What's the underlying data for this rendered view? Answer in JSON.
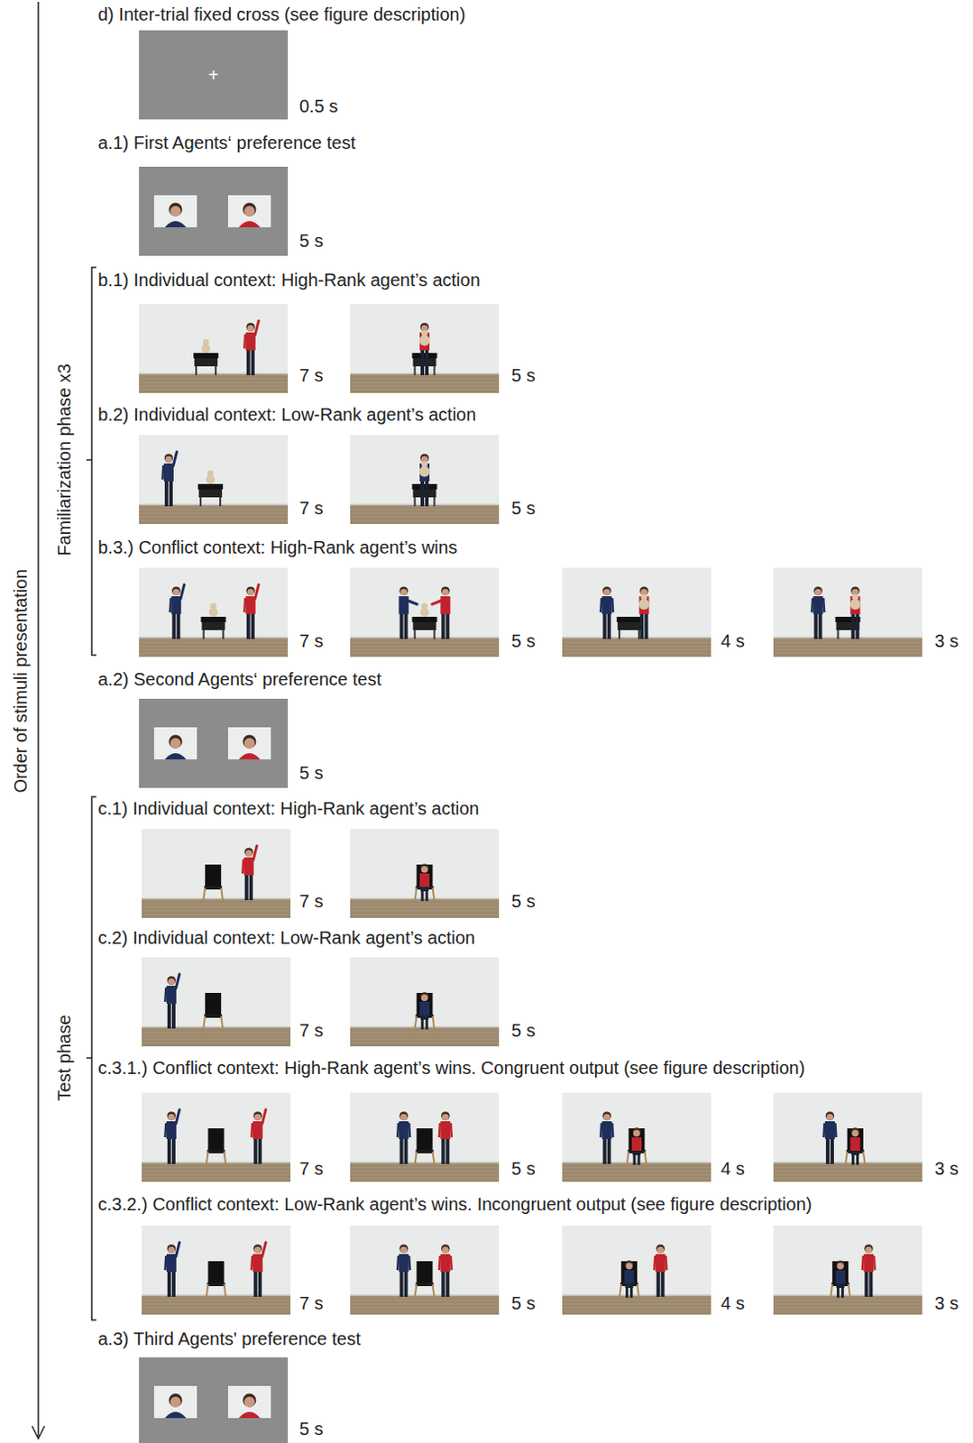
{
  "diagram": {
    "nodes": [
      {
        "text": [
          "+"
        ]
      }
    ],
    "labels": [
      "Order of stimuli presentation",
      "d) Inter-trial fixed cross (see figure description)",
      "0.5 s",
      "a.1) First Agents‘ preference test",
      "5 s",
      "Familiarization phase x3",
      "b.1) Individual context: High-Rank agent’s action",
      "7 s",
      "5 s",
      "b.2) Individual context: Low-Rank agent’s action",
      "7 s",
      "5 s",
      "b.3.) Conflict context: High-Rank agent’s wins",
      "7 s",
      "5 s",
      "4 s",
      "3 s",
      "a.2) Second Agents‘ preference test",
      "5 s",
      "Test phase",
      "c.1) Individual context: High-Rank agent’s action",
      "7 s",
      "5 s",
      "c.2) Individual context: Low-Rank agent’s action",
      "7 s",
      "5 s",
      "c.3.1.) Conflict context: High-Rank agent’s wins. Congruent output (see figure description)",
      "7 s",
      "5 s",
      "4 s",
      "3 s",
      "c.3.2.) Conflict context: Low-Rank agent’s wins. Incongruent output (see figure description)",
      "7 s",
      "5 s",
      "4 s",
      "3 s",
      "a.3) Third Agents' preference test",
      "5 s"
    ]
  }
}
